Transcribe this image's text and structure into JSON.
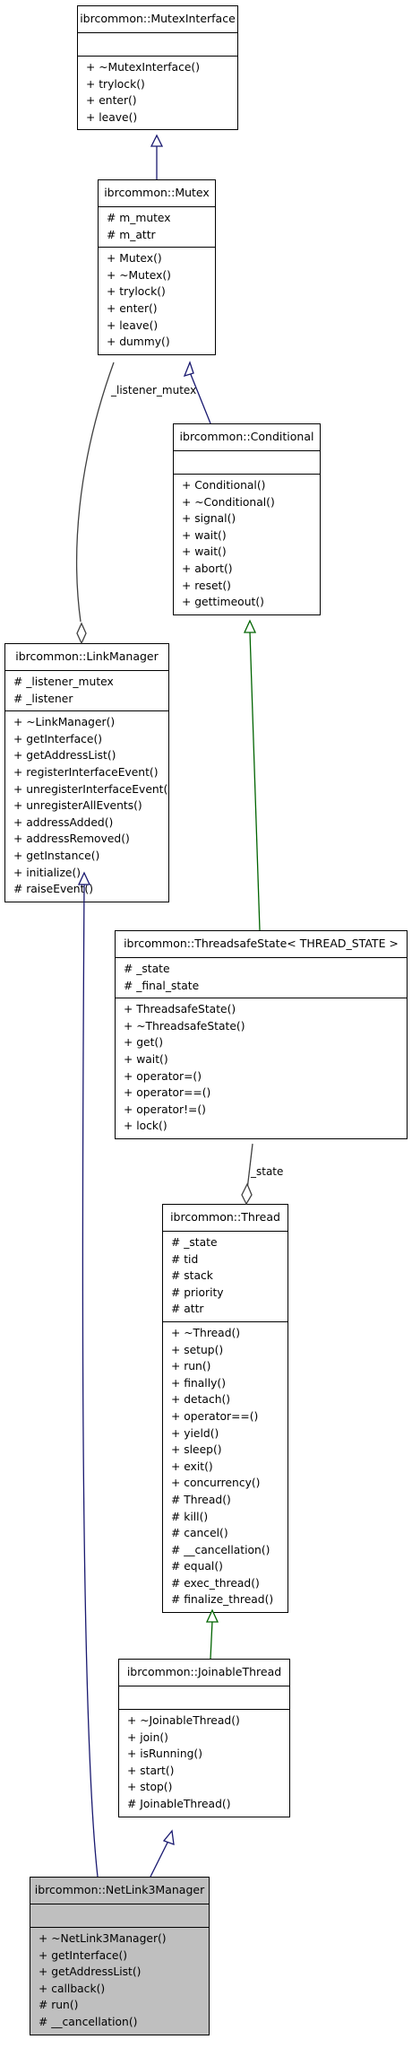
{
  "classes": [
    {
      "id": "mutexinterface",
      "title": "ibrcommon::MutexInterface",
      "attributes": [],
      "operations": [
        "+ ~MutexInterface()",
        "+ trylock()",
        "+ enter()",
        "+ leave()"
      ]
    },
    {
      "id": "mutex",
      "title": "ibrcommon::Mutex",
      "attributes": [
        "# m_mutex",
        "# m_attr"
      ],
      "operations": [
        "+ Mutex()",
        "+ ~Mutex()",
        "+ trylock()",
        "+ enter()",
        "+ leave()",
        "+ dummy()"
      ]
    },
    {
      "id": "conditional",
      "title": "ibrcommon::Conditional",
      "attributes": [],
      "operations": [
        "+ Conditional()",
        "+ ~Conditional()",
        "+ signal()",
        "+ wait()",
        "+ wait()",
        "+ abort()",
        "+ reset()",
        "+ gettimeout()"
      ]
    },
    {
      "id": "linkmanager",
      "title": "ibrcommon::LinkManager",
      "attributes": [
        "# _listener_mutex",
        "# _listener"
      ],
      "operations": [
        "+ ~LinkManager()",
        "+ getInterface()",
        "+ getAddressList()",
        "+ registerInterfaceEvent()",
        "+ unregisterInterfaceEvent()",
        "+ unregisterAllEvents()",
        "+ addressAdded()",
        "+ addressRemoved()",
        "+ getInstance()",
        "+ initialize()",
        "# raiseEvent()"
      ]
    },
    {
      "id": "threadsafestate",
      "title": "ibrcommon::ThreadsafeState< THREAD_STATE >",
      "attributes": [
        "# _state",
        "# _final_state"
      ],
      "operations": [
        "+ ThreadsafeState()",
        "+ ~ThreadsafeState()",
        "+ get()",
        "+ wait()",
        "+ operator=()",
        "+ operator==()",
        "+ operator!=()",
        "+ lock()"
      ]
    },
    {
      "id": "thread",
      "title": "ibrcommon::Thread",
      "attributes": [
        "# _state",
        "# tid",
        "# stack",
        "# priority",
        "# attr"
      ],
      "operations": [
        "+ ~Thread()",
        "+ setup()",
        "+ run()",
        "+ finally()",
        "+ detach()",
        "+ operator==()",
        "+ yield()",
        "+ sleep()",
        "+ exit()",
        "+ concurrency()",
        "# Thread()",
        "# kill()",
        "# cancel()",
        "# __cancellation()",
        "# equal()",
        "# exec_thread()",
        "# finalize_thread()"
      ]
    },
    {
      "id": "joinablethread",
      "title": "ibrcommon::JoinableThread",
      "attributes": [],
      "operations": [
        "+ ~JoinableThread()",
        "+ join()",
        "+ isRunning()",
        "+ start()",
        "+ stop()",
        "# JoinableThread()"
      ]
    },
    {
      "id": "netlink3manager",
      "title": "ibrcommon::NetLink3Manager",
      "attributes": [],
      "operations": [
        "+ ~NetLink3Manager()",
        "+ getInterface()",
        "+ getAddressList()",
        "+ callback()",
        "# run()",
        "# __cancellation()"
      ]
    }
  ],
  "edge_labels": {
    "listener_mutex": "_listener_mutex",
    "state": "_state"
  },
  "colors": {
    "generalization_blue": "#191970",
    "generalization_green": "#006400",
    "association": "#404040",
    "highlight_fill": "#bfbfbf"
  }
}
